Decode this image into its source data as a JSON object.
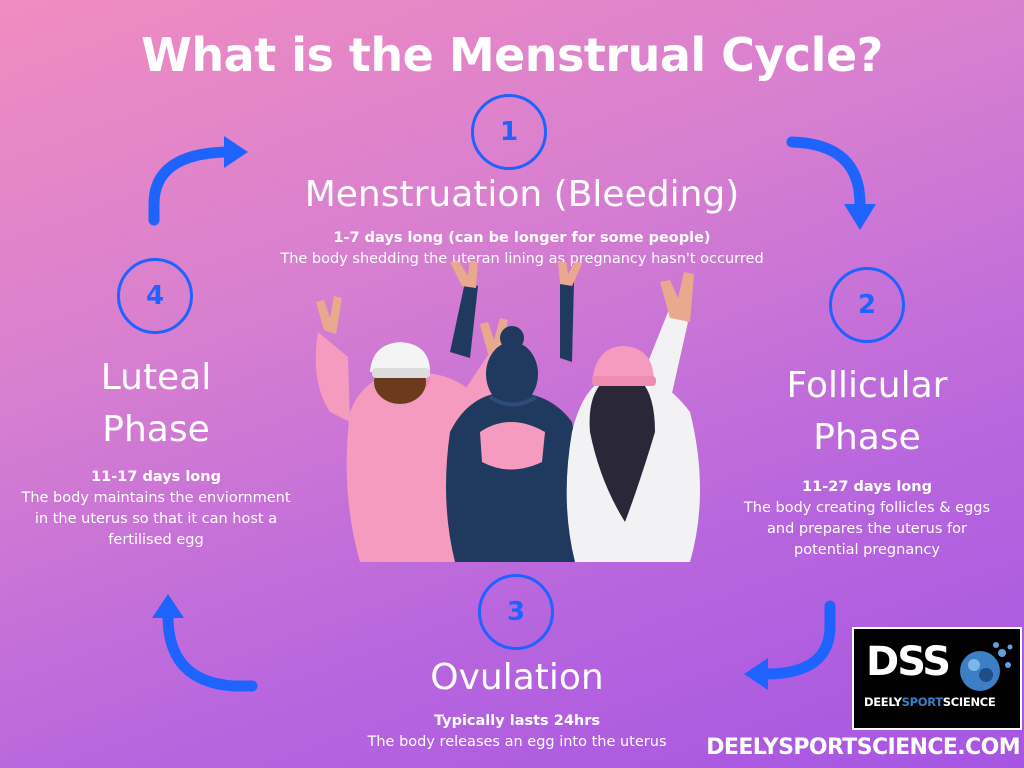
{
  "title": "What is the Menstrual Cycle?",
  "phases": [
    {
      "number": "1",
      "name": "Menstruation (Bleeding)",
      "duration": "1-7 days long (can be longer for some people)",
      "description": "The body shedding the uteran lining as pregnancy hasn't occurred"
    },
    {
      "number": "2",
      "name_line1": "Follicular",
      "name_line2": "Phase",
      "duration": "11-27 days long",
      "description_line1": "The body creating follicles & eggs",
      "description_line2": "and prepares the uterus for",
      "description_line3": "potential pregnancy"
    },
    {
      "number": "3",
      "name": "Ovulation",
      "duration": "Typically lasts 24hrs",
      "description": "The body releases an egg into the uterus"
    },
    {
      "number": "4",
      "name_line1": "Luteal",
      "name_line2": "Phase",
      "duration": "11-17 days long",
      "description_line1": "The body maintains the enviornment",
      "description_line2": "in the uterus so that it can host a",
      "description_line3": "fertilised egg"
    }
  ],
  "logo": {
    "initials": "DSS",
    "name_part1": "DEELY",
    "name_part2": "SPORT",
    "name_part3": "SCIENCE"
  },
  "website": "DEELYSPORTSCIENCE.COM",
  "colors": {
    "accent": "#1f63ff",
    "pink_hoodie": "#f59bbf",
    "navy_hoodie": "#1f3a5e",
    "white_hoodie": "#f2f2f4"
  }
}
